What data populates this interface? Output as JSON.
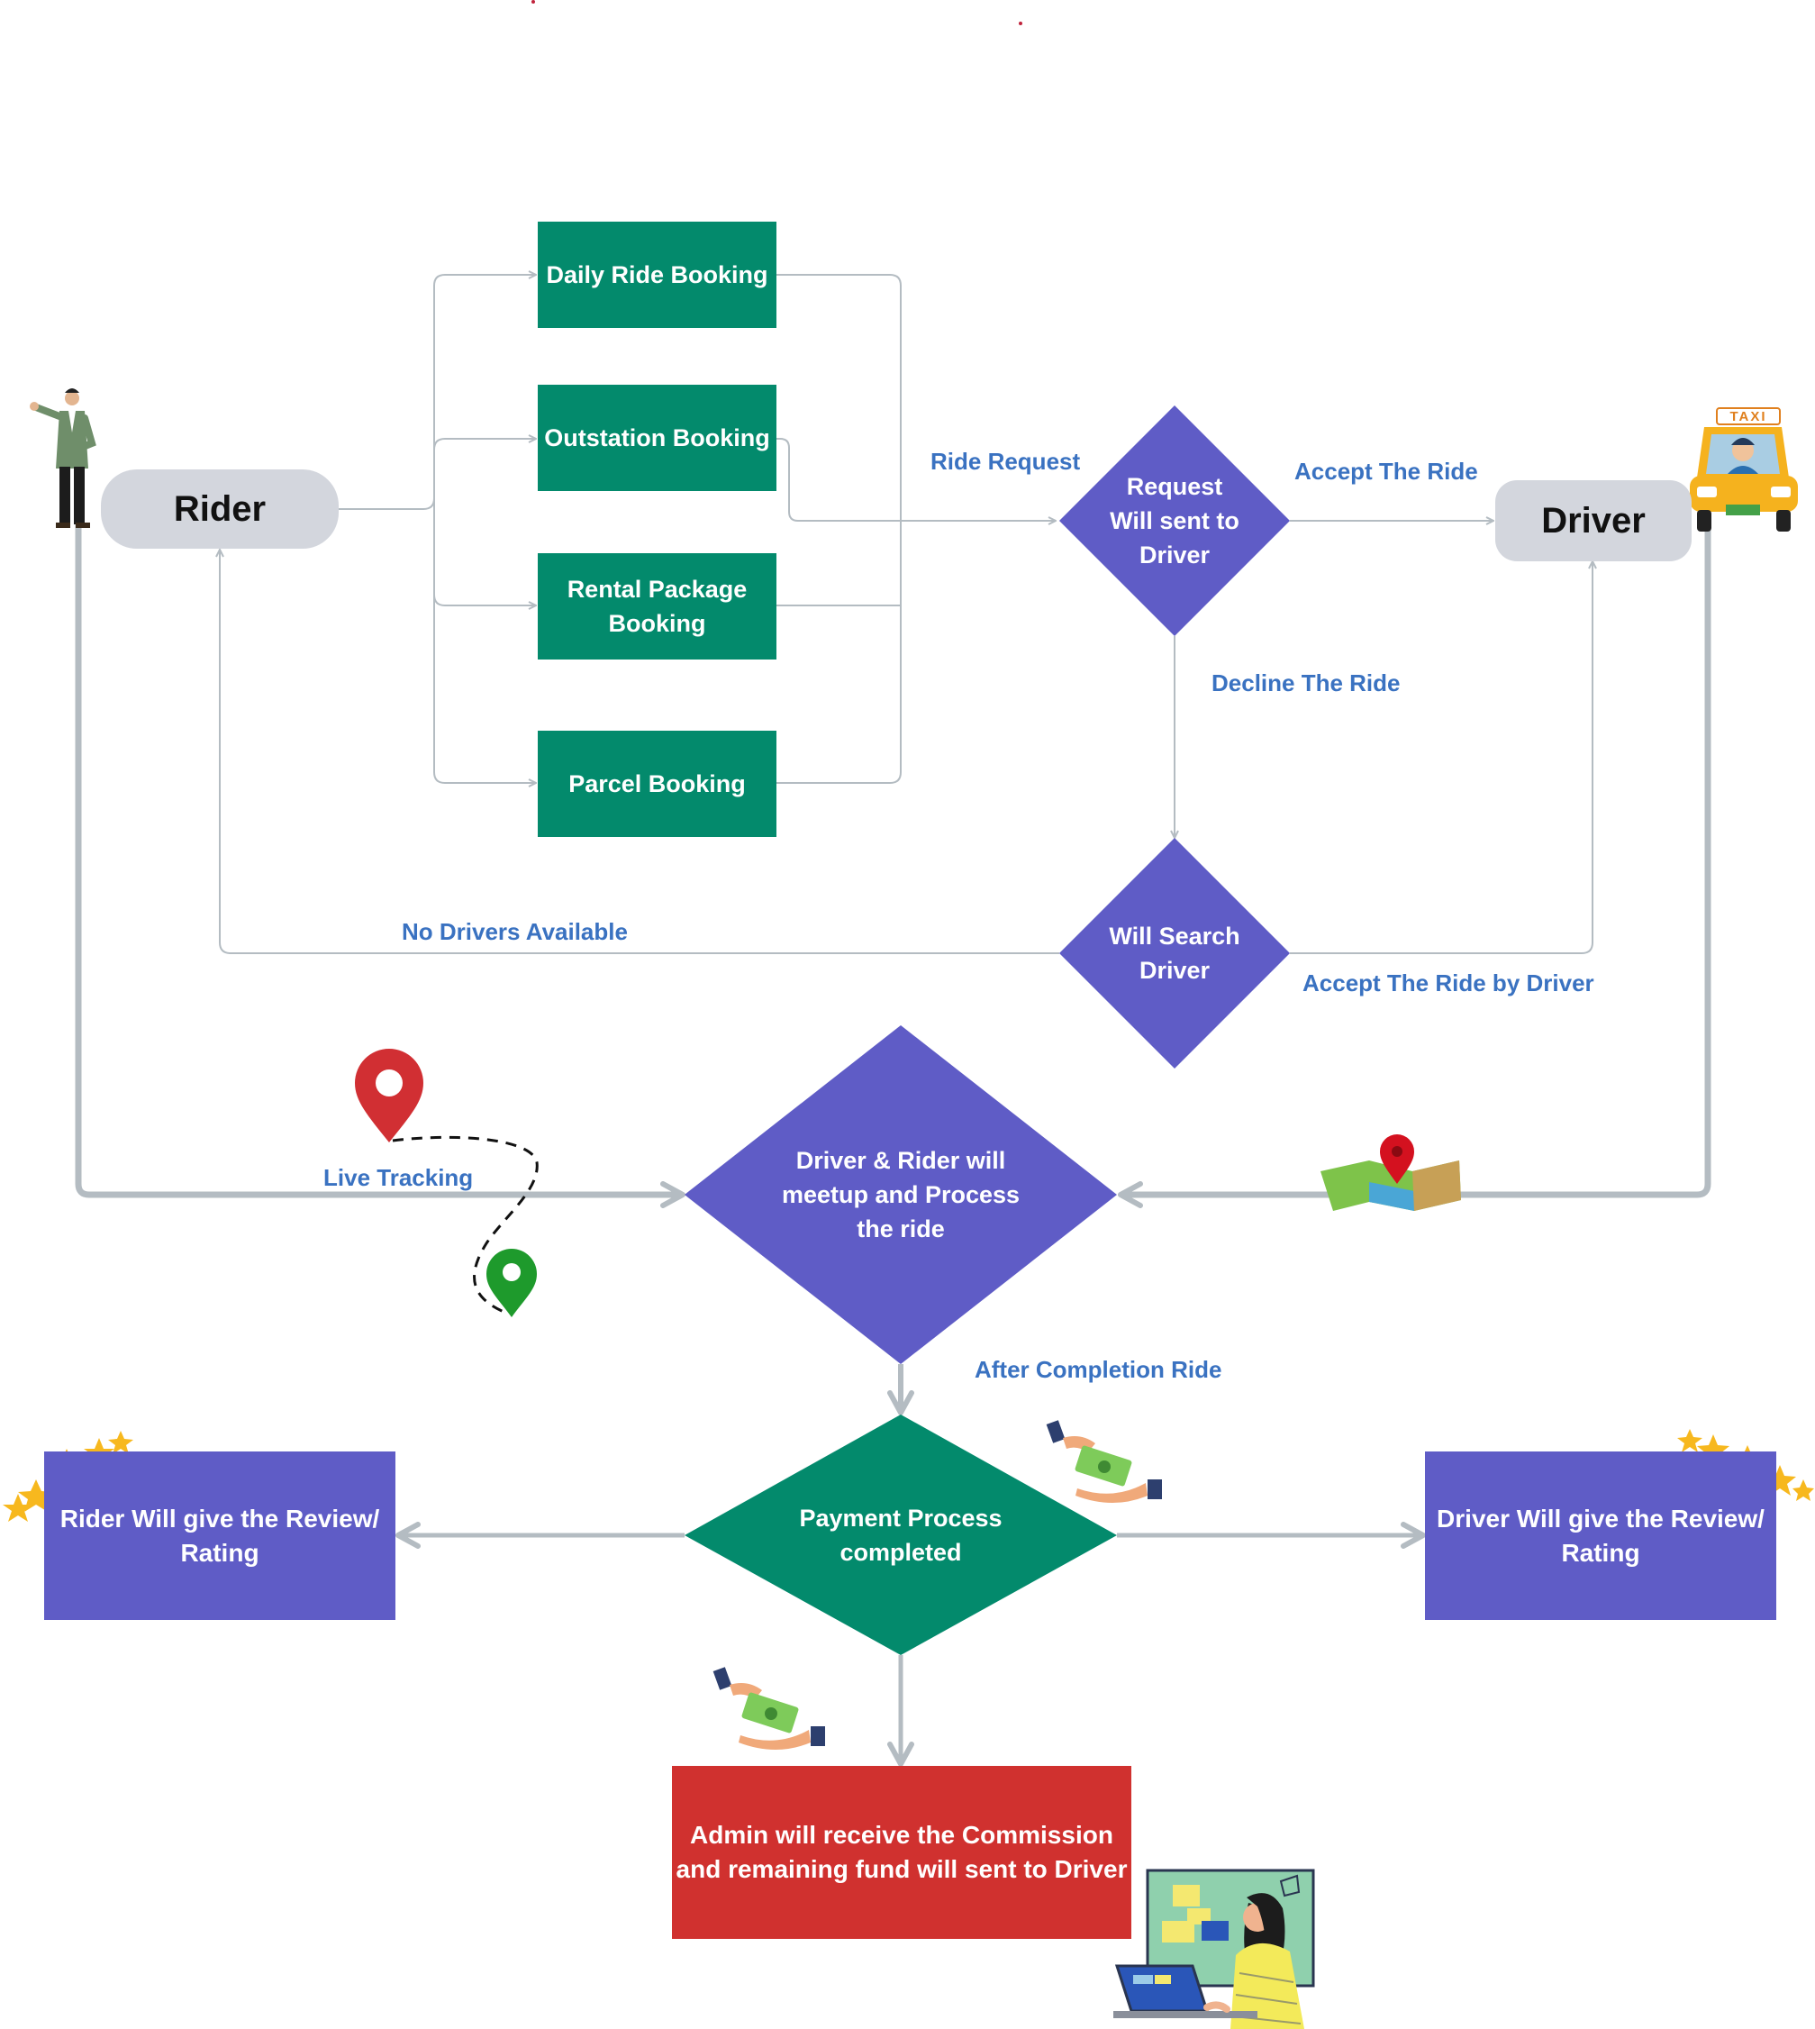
{
  "nodes": {
    "rider": "Rider",
    "driver": "Driver",
    "daily_ride": "Daily Ride Booking",
    "outstation": "Outstation Booking",
    "rental": "Rental Package\nBooking",
    "parcel": "Parcel Booking",
    "request_sent": "Request\nWill sent to\nDriver",
    "will_search": "Will Search\nDriver",
    "meetup": "Driver  & Rider will\nmeetup and Process\nthe ride",
    "payment": "Payment Process\ncompleted",
    "rider_review": "Rider Will give the Review/\nRating",
    "driver_review": "Driver Will give the Review/\nRating",
    "admin": "Admin will receive the Commission\nand remaining fund will sent to Driver"
  },
  "edge_labels": {
    "ride_request": "Ride Request",
    "accept_ride": "Accept The Ride",
    "decline_ride": "Decline The Ride",
    "no_drivers": "No Drivers Available",
    "accept_by_driver": "Accept The Ride by Driver",
    "live_tracking": "Live Tracking",
    "after_completion": "After Completion Ride"
  },
  "illustrations": {
    "taxi_sign": "TAXI",
    "icons": [
      "businessman-icon",
      "taxi-icon",
      "map-pin-red-icon",
      "map-pin-green-icon",
      "folded-map-icon",
      "cash-handover-icon",
      "star-icon",
      "woman-laptop-icon"
    ]
  },
  "colors": {
    "green": "#038a6c",
    "purple": "#5f5cc6",
    "red": "#d0312f",
    "pill": "#d3d6dd",
    "label": "#3a72c1",
    "connector": "#b4bcc2"
  }
}
